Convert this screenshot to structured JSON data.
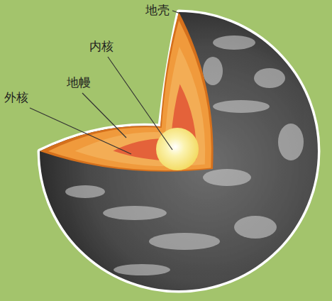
{
  "diagram": {
    "labels": [
      "地壳",
      "内核",
      "地幔",
      "外核"
    ]
  }
}
